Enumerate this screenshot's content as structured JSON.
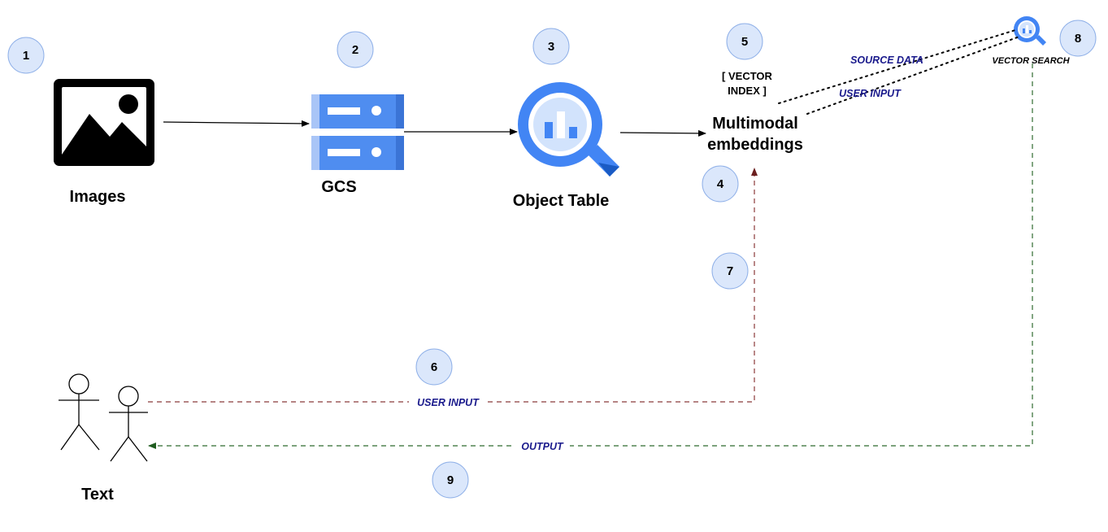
{
  "nodes": {
    "images": {
      "label": "Images",
      "step": "1"
    },
    "gcs": {
      "label": "GCS",
      "step": "2"
    },
    "object_table": {
      "label": "Object Table",
      "step": "3"
    },
    "embeddings": {
      "label_line1": "Multimodal",
      "label_line2": "embeddings",
      "step": "4"
    },
    "vector_index": {
      "label_line1": "[ VECTOR",
      "label_line2": "INDEX ]",
      "step": "5"
    },
    "users": {
      "label": "Text",
      "step_user_input": "6",
      "step_embedding_call": "7",
      "step_output": "9"
    },
    "vector_search": {
      "label": "VECTOR SEARCH",
      "step": "8"
    }
  },
  "edge_labels": {
    "source_data": "SOURCE DATA",
    "user_input_top": "USER INPUT",
    "user_input_bottom": "USER INPUT",
    "output": "OUTPUT"
  },
  "colors": {
    "badge_fill": "#dbe7fb",
    "badge_stroke": "#8fb0e8",
    "gcs_blue": "#4f8df0",
    "gcs_light": "#a9c5f7",
    "bq_blue": "#4285f4",
    "red_dashed": "#8b3a3a",
    "green_dashed": "#2f6b2f",
    "edge_text": "#1a1a8c"
  },
  "icons": {
    "images": "image-icon",
    "gcs": "storage-icon",
    "object_table": "bigquery-icon",
    "vector_search": "bigquery-small-icon",
    "users": "stick-figures-icon"
  }
}
